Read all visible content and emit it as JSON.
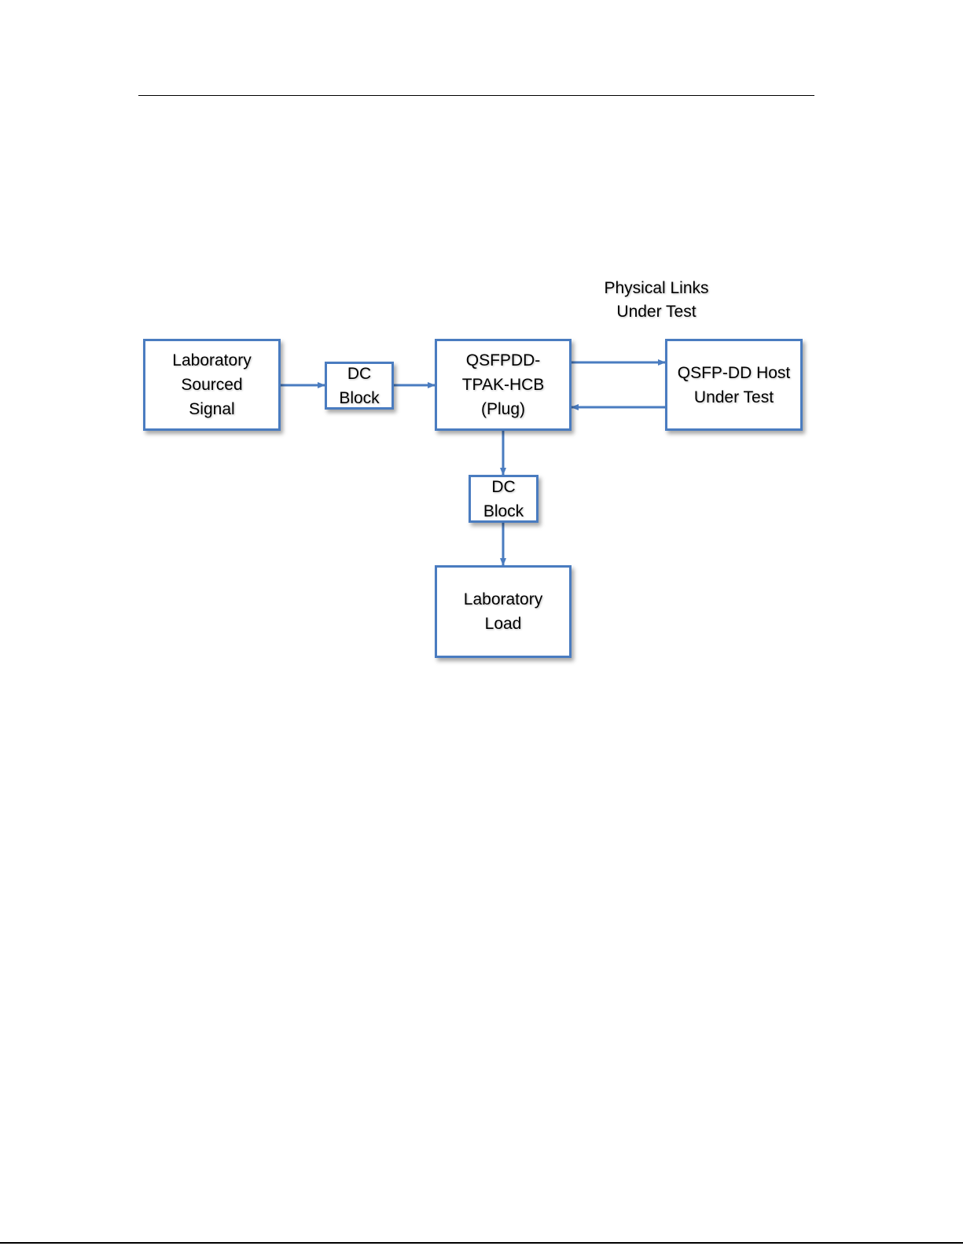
{
  "diagram": {
    "caption": [
      "Physical Links",
      "Under Test"
    ],
    "boxes": {
      "lab_signal": [
        "Laboratory",
        "Sourced",
        "Signal"
      ],
      "dc_block_1": [
        "DC",
        "Block"
      ],
      "plug": [
        "QSFPDD-",
        "TPAK-HCB",
        "(Plug)"
      ],
      "host": [
        "QSFP-DD Host",
        "Under Test"
      ],
      "dc_block_2": [
        "DC",
        "Block"
      ],
      "lab_load": [
        "Laboratory",
        "Load"
      ]
    },
    "colors": {
      "box_border": "#4a7cc0",
      "arrow": "#4a7cc0"
    }
  }
}
